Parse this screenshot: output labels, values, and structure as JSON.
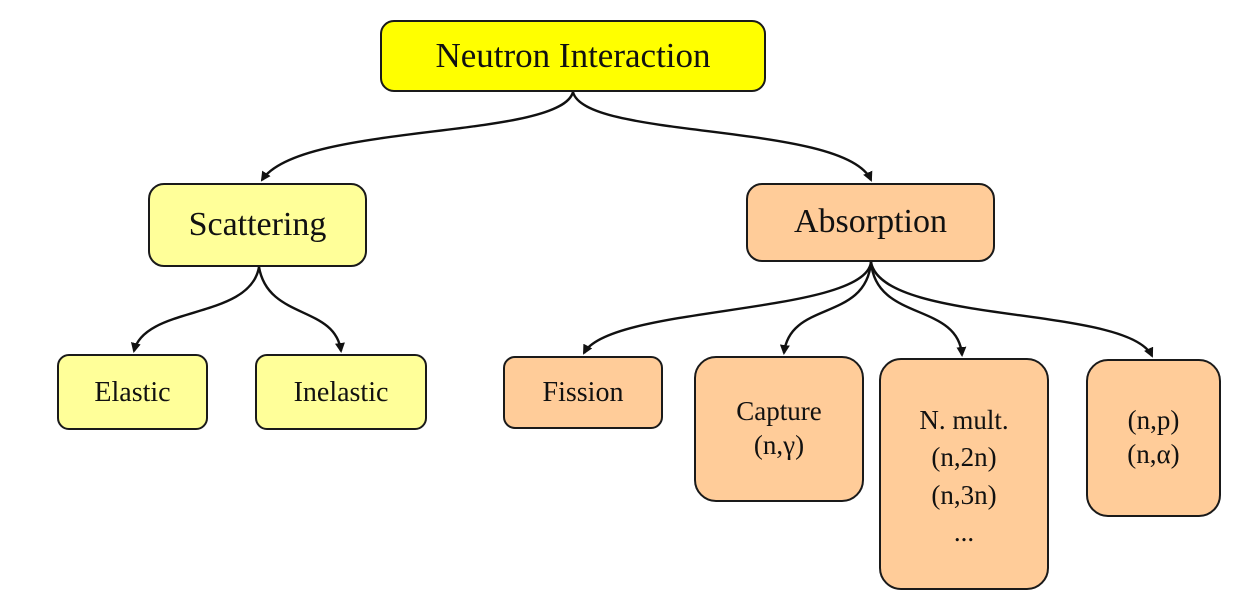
{
  "diagram": {
    "root": {
      "label": "Neutron Interaction"
    },
    "scattering": {
      "label": "Scattering",
      "children": {
        "elastic": {
          "label": "Elastic"
        },
        "inelastic": {
          "label": "Inelastic"
        }
      }
    },
    "absorption": {
      "label": "Absorption",
      "children": {
        "fission": {
          "label": "Fission"
        },
        "capture": {
          "lines": [
            "Capture",
            "(n,γ)"
          ]
        },
        "multiplication": {
          "lines": [
            "N. mult.",
            "(n,2n)",
            "(n,3n)",
            "..."
          ]
        },
        "charged": {
          "lines": [
            "(n,p)",
            "(n,α)"
          ]
        }
      }
    },
    "colors": {
      "root_fill": "#ffff00",
      "scattering_fill": "#ffff99",
      "absorption_fill": "#ffcc99",
      "border": "#1a1a1a",
      "arrow": "#111111"
    }
  }
}
